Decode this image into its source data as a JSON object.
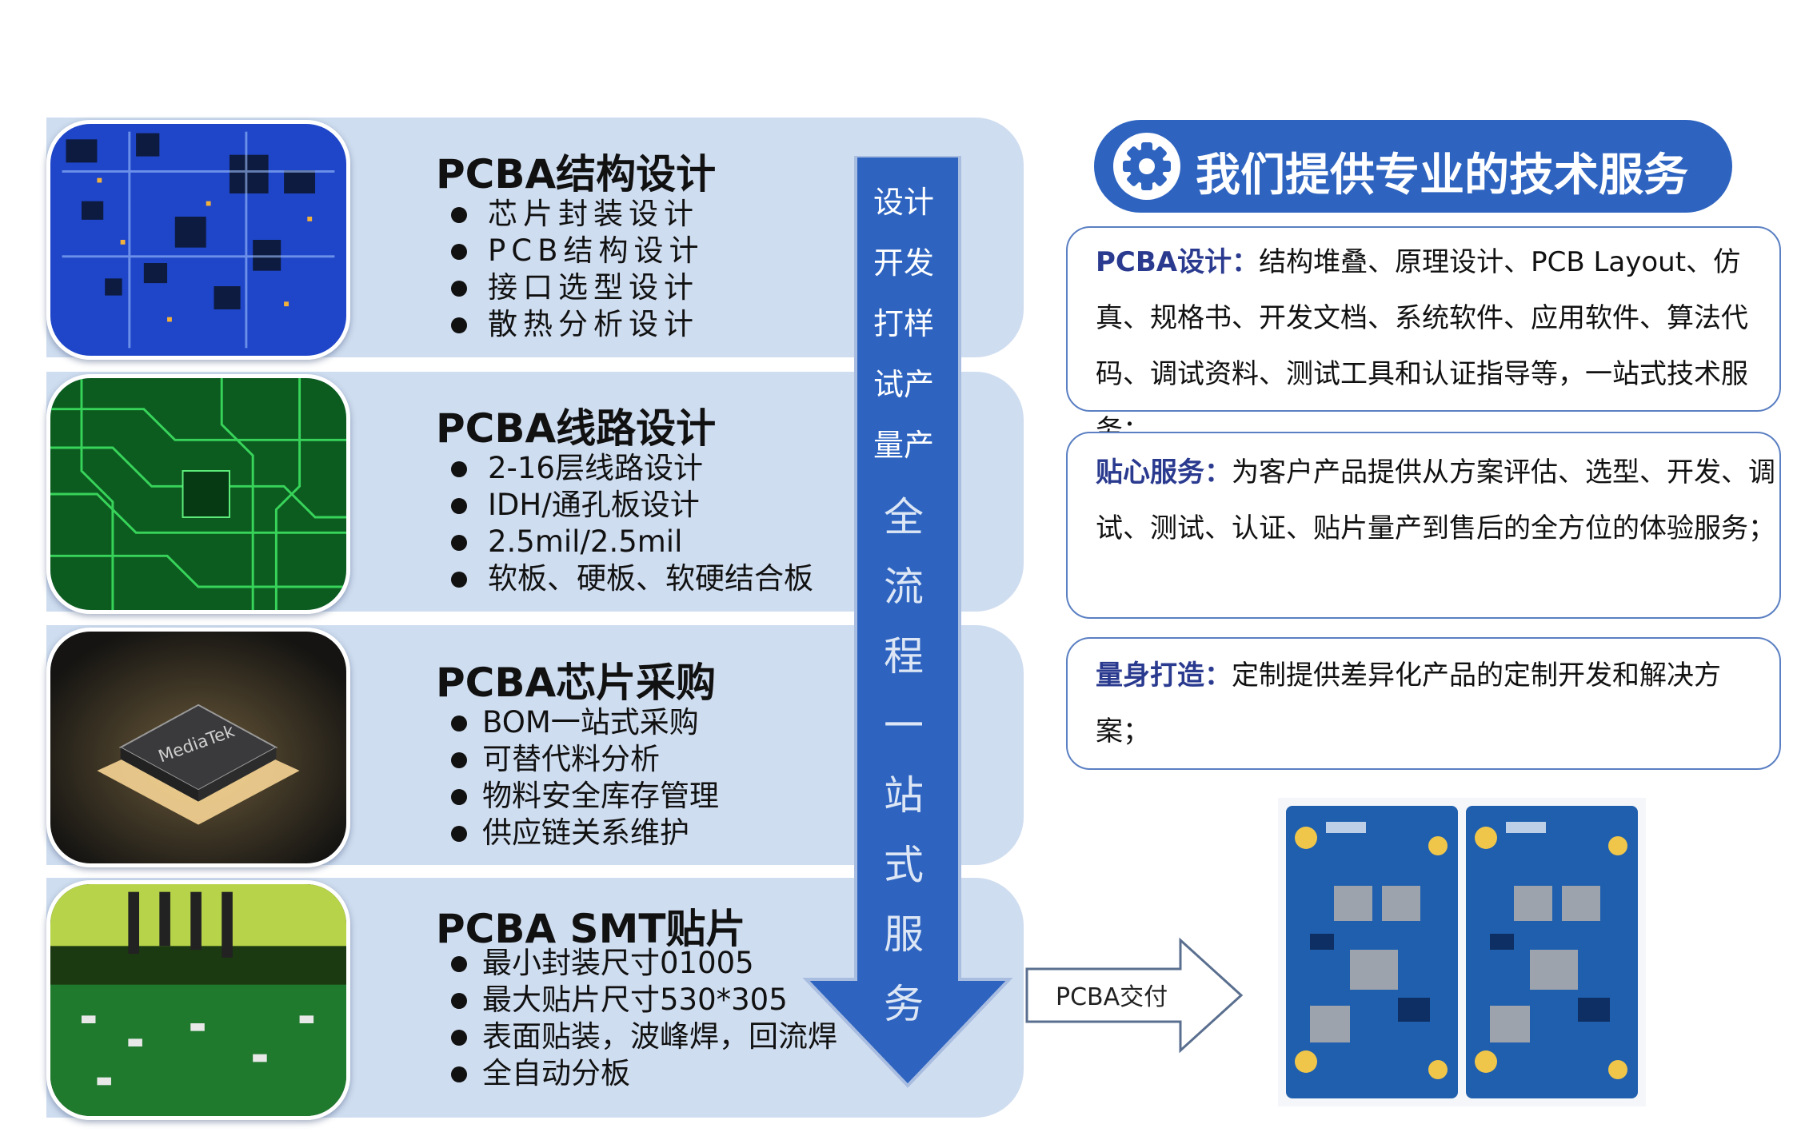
{
  "sections": [
    {
      "title": "PCBA结构设计",
      "items": [
        "芯片封装设计",
        "PCB结构设计",
        "接口选型设计",
        "散热分析设计"
      ]
    },
    {
      "title": "PCBA线路设计",
      "items": [
        "2-16层线路设计",
        "IDH/通孔板设计",
        "2.5mil/2.5mil",
        "软板、硬板、软硬结合板"
      ]
    },
    {
      "title": "PCBA芯片采购",
      "items": [
        "BOM一站式采购",
        "可替代料分析",
        "物料安全库存管理",
        "供应链关系维护"
      ]
    },
    {
      "title": "PCBA SMT贴片",
      "items": [
        "最小封装尺寸01005",
        "最大贴片尺寸530*305",
        "表面贴装，波峰焊，回流焊",
        "全自动分板"
      ]
    }
  ],
  "process_arrow": {
    "steps": [
      "设计",
      "开发",
      "打样",
      "试产",
      "量产"
    ],
    "slogan": [
      "全",
      "流",
      "程",
      "一",
      "站",
      "式",
      "服",
      "务"
    ]
  },
  "header": {
    "title": "我们提供专业的技术服务",
    "icon": "gear-icon"
  },
  "services": [
    {
      "label": "PCBA设计：",
      "text": "结构堆叠、原理设计、PCB Layout、仿真、规格书、开发文档、系统软件、应用软件、算法代码、调试资料、测试工具和认证指导等，一站式技术服务；"
    },
    {
      "label": "贴心服务：",
      "text": "为客户产品提供从方案评估、选型、开发、调试、测试、认证、贴片量产到售后的全方位的体验服务；"
    },
    {
      "label": "量身打造：",
      "text": "定制提供差异化产品的定制开发和解决方案；"
    }
  ],
  "delivery": {
    "label": "PCBA交付"
  },
  "colors": {
    "panel": "#cfddf0",
    "arrow": "#2e64c0",
    "accent": "#2a3a8f"
  }
}
